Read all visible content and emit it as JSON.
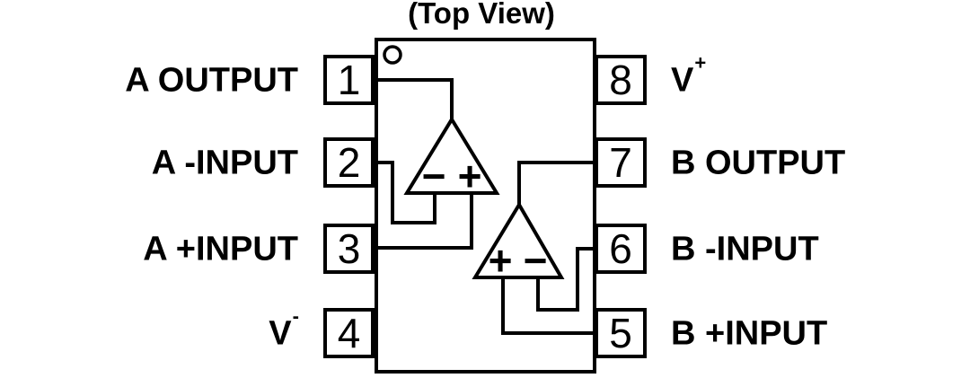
{
  "title": "(Top View)",
  "colors": {
    "line": "#000000",
    "text": "#000000",
    "background": "#ffffff"
  },
  "chip": {
    "pins": {
      "left": [
        {
          "number": "1",
          "label": "A OUTPUT"
        },
        {
          "number": "2",
          "label": "A -INPUT"
        },
        {
          "number": "3",
          "label": "A +INPUT"
        },
        {
          "number": "4",
          "label": "V",
          "sup": "-"
        }
      ],
      "right": [
        {
          "number": "8",
          "label": "V",
          "sup": "+"
        },
        {
          "number": "7",
          "label": "B OUTPUT"
        },
        {
          "number": "6",
          "label": "B -INPUT"
        },
        {
          "number": "5",
          "label": "B +INPUT"
        }
      ]
    },
    "opamps": {
      "a": {
        "left_sign": "−",
        "right_sign": "+"
      },
      "b": {
        "left_sign": "+",
        "right_sign": "−"
      }
    }
  }
}
